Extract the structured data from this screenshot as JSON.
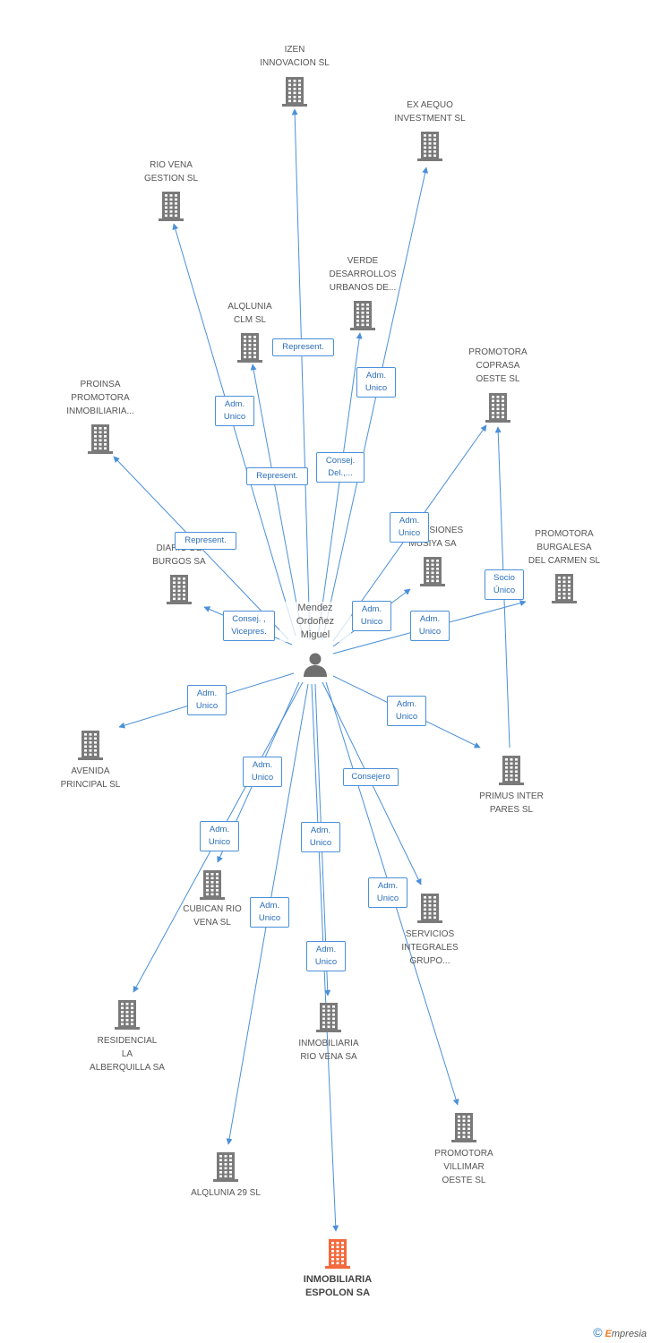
{
  "colors": {
    "edge": "#4a90d9",
    "building": "#7a7a7a",
    "highlight": "#f26a3d",
    "person": "#6f6f6f"
  },
  "person": {
    "name": "Mendez\nOrdoñez\nMiguel"
  },
  "companies": [
    {
      "id": "izen",
      "label": "IZEN\nINNOVACION SL"
    },
    {
      "id": "exaequo",
      "label": "EX AEQUO\nINVESTMENT SL"
    },
    {
      "id": "riovenagestion",
      "label": "RIO VENA\nGESTION SL"
    },
    {
      "id": "verde",
      "label": "VERDE\nDESARROLLOS\nURBANOS DE..."
    },
    {
      "id": "alqlunia_clm",
      "label": "ALQLUNIA\nCLM SL"
    },
    {
      "id": "coprasa",
      "label": "PROMOTORA\nCOPRASA\nOESTE SL"
    },
    {
      "id": "proinsa",
      "label": "PROINSA\nPROMOTORA\nINMOBILIARIA..."
    },
    {
      "id": "musiya",
      "label": "INVERSIONES\nMUSIYA SA"
    },
    {
      "id": "diario",
      "label": "DIARIO DE\nBURGOS SA"
    },
    {
      "id": "burgalesa",
      "label": "PROMOTORA\nBURGALESA\nDEL CARMEN  SL"
    },
    {
      "id": "avenida",
      "label": "AVENIDA\nPRINCIPAL SL"
    },
    {
      "id": "primus",
      "label": "PRIMUS INTER\nPARES SL"
    },
    {
      "id": "cubican",
      "label": "CUBICAN RIO\nVENA SL"
    },
    {
      "id": "servicios",
      "label": "SERVICIOS\nINTEGRALES\nGRUPO..."
    },
    {
      "id": "residencial",
      "label": "RESIDENCIAL\nLA\nALBERQUILLA SA"
    },
    {
      "id": "inmo_riovena",
      "label": "INMOBILIARIA\nRIO VENA SA"
    },
    {
      "id": "villimar",
      "label": "PROMOTORA\nVILLIMAR\nOESTE SL"
    },
    {
      "id": "alqlunia29",
      "label": "ALQLUNIA 29 SL"
    },
    {
      "id": "espolon",
      "label": "INMOBILIARIA\nESPOLON SA",
      "highlight": true
    }
  ],
  "relations": [
    {
      "to": "izen",
      "label": "Represent."
    },
    {
      "to": "exaequo",
      "label": "Adm.\nUnico"
    },
    {
      "to": "riovenagestion",
      "label": "Adm.\nUnico"
    },
    {
      "to": "verde",
      "label": "Consej.\nDel.,..."
    },
    {
      "to": "alqlunia_clm",
      "label": "Represent."
    },
    {
      "to": "coprasa",
      "label": "Adm.\nUnico"
    },
    {
      "to": "proinsa",
      "label": "Represent."
    },
    {
      "to": "musiya",
      "label": "Adm.\nUnico"
    },
    {
      "to": "diario",
      "label": "Consej. ,\nVicepres."
    },
    {
      "to": "burgalesa",
      "label": "Adm.\nUnico"
    },
    {
      "to": "avenida",
      "label": "Adm.\nUnico"
    },
    {
      "to": "primus",
      "label": "Adm.\nUnico"
    },
    {
      "to": "cubican",
      "label": "Adm.\nUnico"
    },
    {
      "to": "servicios",
      "label": "Consejero"
    },
    {
      "to": "residencial",
      "label": "Adm.\nUnico"
    },
    {
      "to": "inmo_riovena",
      "label": "Adm.\nUnico"
    },
    {
      "to": "villimar",
      "label": "Adm.\nUnico"
    },
    {
      "to": "alqlunia29",
      "label": "Adm.\nUnico"
    },
    {
      "to": "espolon",
      "label": "Adm.\nUnico"
    }
  ],
  "company_links": [
    {
      "from": "primus",
      "to": "coprasa",
      "label": "Socio\nÚnico"
    }
  ],
  "footer": {
    "copyright": "©",
    "brand_initial": "E",
    "brand_rest": "mpresia"
  }
}
